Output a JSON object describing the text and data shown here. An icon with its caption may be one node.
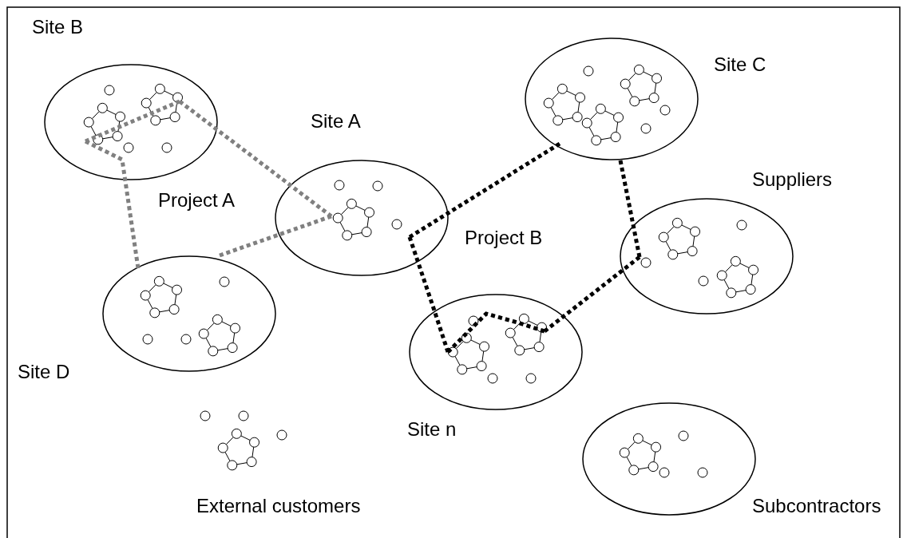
{
  "diagram": {
    "nodes": [
      {
        "text": [
          "Site B"
        ]
      },
      {
        "text": [
          "Site A"
        ]
      },
      {
        "text": [
          "Site C"
        ]
      },
      {
        "text": [
          "Suppliers"
        ]
      },
      {
        "text": [
          "Site D"
        ]
      },
      {
        "text": [
          "Site n"
        ]
      },
      {
        "text": [
          "Subcontractors"
        ]
      }
    ],
    "edges": [
      {
        "from": 0,
        "to": 1,
        "arrow": "none",
        "style": "dashed",
        "color": "#808080"
      },
      {
        "from": 1,
        "to": 4,
        "arrow": "none",
        "style": "dashed",
        "color": "#808080"
      },
      {
        "from": 4,
        "to": 0,
        "arrow": "none",
        "style": "dashed",
        "color": "#808080"
      },
      {
        "from": 1,
        "to": 2,
        "arrow": "none",
        "style": "dashed"
      },
      {
        "from": 2,
        "to": 3,
        "arrow": "none",
        "style": "dashed"
      },
      {
        "from": 3,
        "to": 5,
        "arrow": "none",
        "style": "dashed"
      },
      {
        "from": 5,
        "to": 1,
        "arrow": "none",
        "style": "dashed"
      }
    ],
    "labels": [
      "Project A",
      "Project B",
      "External customers"
    ]
  }
}
